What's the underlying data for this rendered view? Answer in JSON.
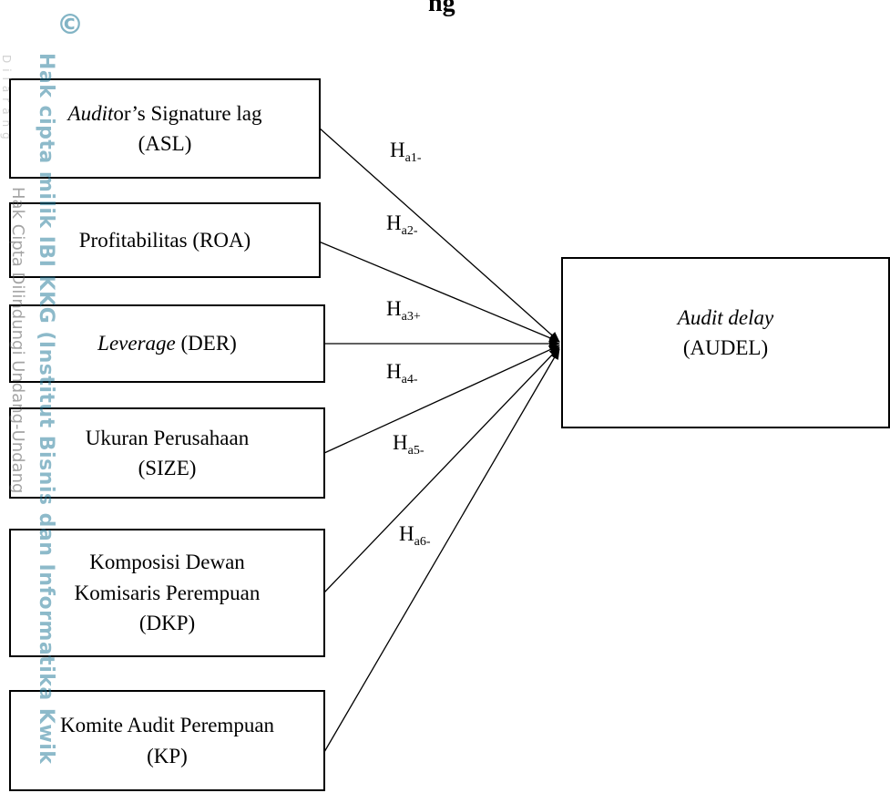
{
  "figure": {
    "title_fragment": "ng",
    "variables": [
      {
        "id": "asl",
        "line1_italic": "Audit",
        "line1_rest": "or’s Signature lag",
        "line2": "(ASL)"
      },
      {
        "id": "roa",
        "line1": "Profitabilitas (ROA)"
      },
      {
        "id": "der",
        "line1_italic": "Leverage",
        "line1_rest": " (DER)"
      },
      {
        "id": "size",
        "line1": "Ukuran Perusahaan",
        "line2": "(SIZE)"
      },
      {
        "id": "dkp",
        "line1": "Komposisi Dewan",
        "line2": "Komisaris Perempuan",
        "line3": "(DKP)"
      },
      {
        "id": "kp",
        "line1": "Komite Audit Perempuan",
        "line2": "(KP)"
      }
    ],
    "dependent": {
      "line1_italic": "Audit delay",
      "line2": "(AUDEL)"
    },
    "hypotheses": [
      {
        "main": "H",
        "sub": "a1-"
      },
      {
        "main": "H",
        "sub": "a2-"
      },
      {
        "main": "H",
        "sub": "a3+"
      },
      {
        "main": "H",
        "sub": "a4-"
      },
      {
        "main": "H",
        "sub": "a5-"
      },
      {
        "main": "H",
        "sub": "a6-"
      }
    ]
  },
  "watermark": {
    "copyright_symbol": "©",
    "main_text": "Hak cipta milik IBI KKG (Institut Bisnis dan Informatika Kwik",
    "side_text": "Hak Cipta Dilindungi Undang-Undang",
    "edge_text": "Dilarang"
  }
}
